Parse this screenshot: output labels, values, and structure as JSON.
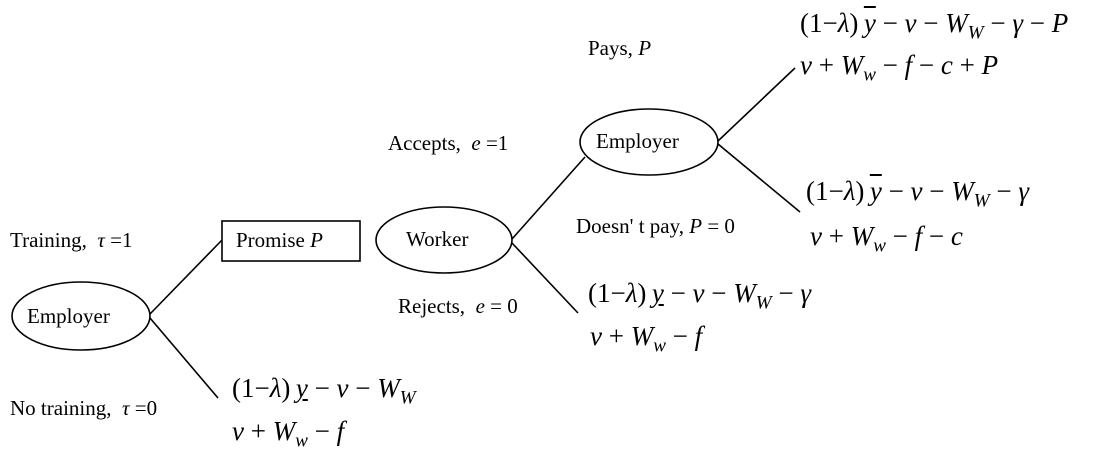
{
  "nodes": {
    "employer_root": "Employer",
    "promise": "Promise P",
    "worker": "Worker",
    "employer_second": "Employer"
  },
  "branches": {
    "training": "Training, τ = 1",
    "no_training": "No training, τ = 0",
    "accepts": "Accepts, e = 1",
    "rejects": "Rejects, e = 0",
    "pays": "Pays, P",
    "doesnt_pay": "Doesn' t pay, P = 0"
  },
  "payoffs": {
    "pays": {
      "employer": "(1−λ) y̅ − v − W_W − γ − P",
      "worker": "v + W_w − f − c + P"
    },
    "doesnt_pay": {
      "employer": "(1−λ) y̅ − v − W_W − γ",
      "worker": "v + W_w − f − c"
    },
    "rejects": {
      "employer": "(1−λ) y̲ − v − W_W − γ",
      "worker": "v + W_w − f"
    },
    "no_training": {
      "employer": "(1−λ) y̲ − v − W_W",
      "worker": "v + W_w − f"
    }
  }
}
